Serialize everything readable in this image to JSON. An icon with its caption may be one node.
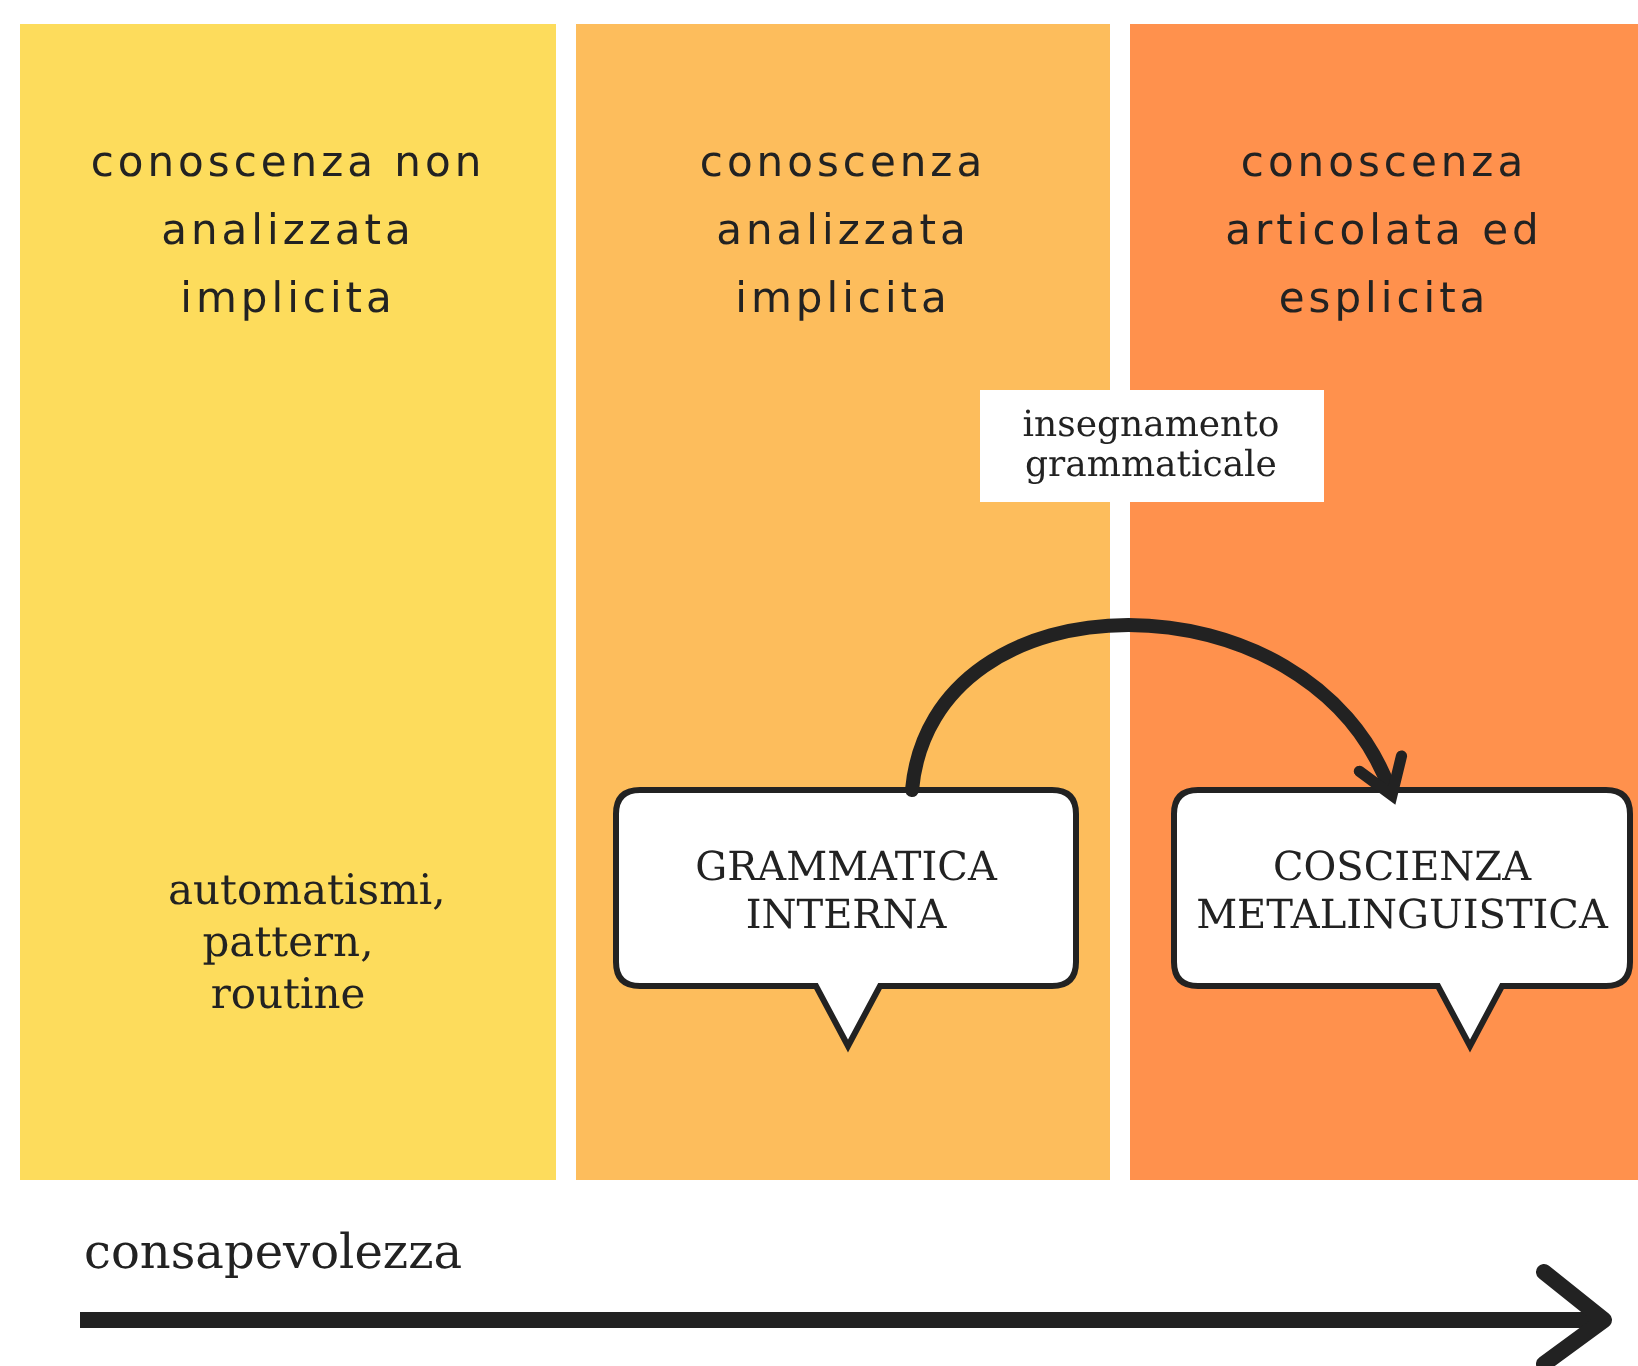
{
  "diagram": {
    "nodes": [
      {
        "text": [
          "conoscenza non analizzata implicita",
          "automatismi, pattern, routine"
        ]
      },
      {
        "text": [
          "conoscenza analizzata implicita"
        ]
      },
      {
        "text": [
          "GRAMMATICA INTERNA"
        ],
        "in": 1
      },
      {
        "text": [
          "conoscenza articolata ed esplicita"
        ]
      },
      {
        "text": [
          "COSCIENZA METALINGUISTICA"
        ],
        "in": 3
      }
    ],
    "edges": [
      {
        "from": 2,
        "to": 4,
        "arrow": "to",
        "label": "insegnamento grammaticale"
      }
    ],
    "labels": [
      "consapevolezza"
    ]
  }
}
